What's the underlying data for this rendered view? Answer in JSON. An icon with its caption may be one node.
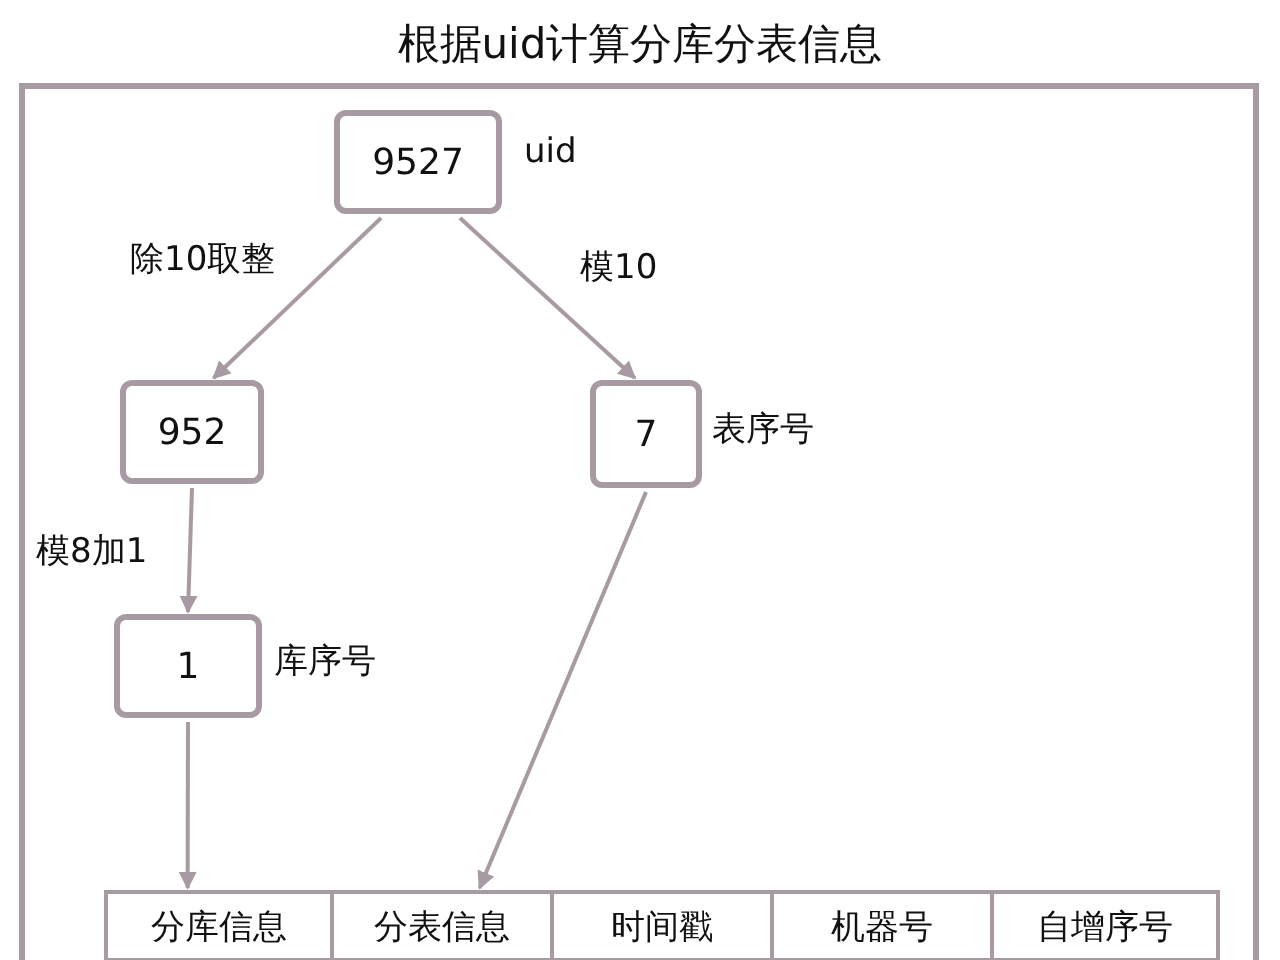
{
  "diagram": {
    "title": "根据uid计算分库分表信息",
    "nodes": [
      {
        "text": [
          "9527"
        ],
        "beside": [
          "uid"
        ]
      },
      {
        "text": [
          "952"
        ]
      },
      {
        "text": [
          "7"
        ],
        "beside": [
          "表序号"
        ]
      },
      {
        "text": [
          "1"
        ],
        "beside": [
          "库序号"
        ]
      },
      {
        "text": [
          "分库信息"
        ]
      },
      {
        "text": [
          "分表信息"
        ]
      },
      {
        "text": [
          "时间戳"
        ]
      },
      {
        "text": [
          "机器号"
        ]
      },
      {
        "text": [
          "自增序号"
        ]
      }
    ],
    "edges": [
      {
        "from": 0,
        "to": 1,
        "arrow": "to",
        "label": "除10取整"
      },
      {
        "from": 0,
        "to": 2,
        "arrow": "to",
        "label": "模10"
      },
      {
        "from": 1,
        "to": 3,
        "arrow": "to",
        "label": "模8加1"
      },
      {
        "from": 3,
        "to": 4,
        "arrow": "to"
      },
      {
        "from": 2,
        "to": 5,
        "arrow": "to"
      }
    ]
  }
}
